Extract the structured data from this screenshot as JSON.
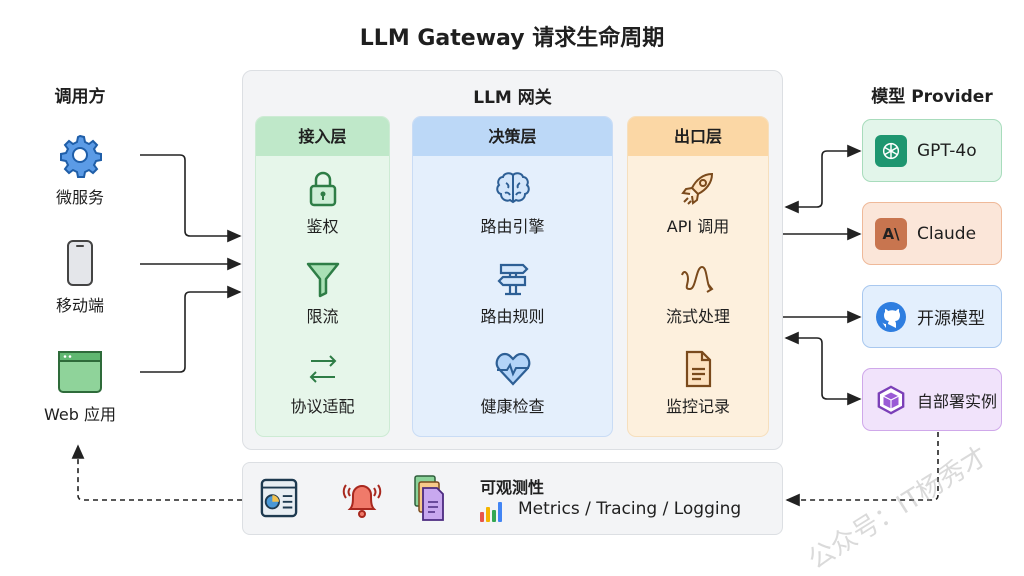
{
  "title": "LLM Gateway 请求生命周期",
  "callers": {
    "heading": "调用方",
    "items": [
      {
        "label": "微服务",
        "icon": "gear-icon"
      },
      {
        "label": "移动端",
        "icon": "phone-icon"
      },
      {
        "label": "Web 应用",
        "icon": "browser-icon"
      }
    ]
  },
  "gateway": {
    "title": "LLM 网关",
    "layers": [
      {
        "title": "接入层",
        "color": "#2e7d46",
        "items": [
          {
            "label": "鉴权",
            "icon": "lock-icon"
          },
          {
            "label": "限流",
            "icon": "funnel-icon"
          },
          {
            "label": "协议适配",
            "icon": "swap-arrows-icon"
          }
        ]
      },
      {
        "title": "决策层",
        "color": "#2d5f95",
        "items": [
          {
            "label": "路由引擎",
            "icon": "brain-icon"
          },
          {
            "label": "路由规则",
            "icon": "signpost-icon"
          },
          {
            "label": "健康检查",
            "icon": "heart-pulse-icon"
          }
        ]
      },
      {
        "title": "出口层",
        "color": "#7a4a1c",
        "items": [
          {
            "label": "API 调用",
            "icon": "rocket-icon"
          },
          {
            "label": "流式处理",
            "icon": "stream-icon"
          },
          {
            "label": "监控记录",
            "icon": "document-icon"
          }
        ]
      }
    ]
  },
  "providers": {
    "heading": "模型 Provider",
    "items": [
      {
        "label": "GPT-4o",
        "icon": "openai-icon"
      },
      {
        "label": "Claude",
        "icon": "anthropic-icon",
        "icon_text": "A\\"
      },
      {
        "label": "开源模型",
        "icon": "github-icon"
      },
      {
        "label": "自部署实例",
        "icon": "cube-icon"
      }
    ]
  },
  "observability": {
    "title": "可观测性",
    "subtitle": "Metrics / Tracing / Logging"
  },
  "watermark": "公众号：IT杨秀才"
}
